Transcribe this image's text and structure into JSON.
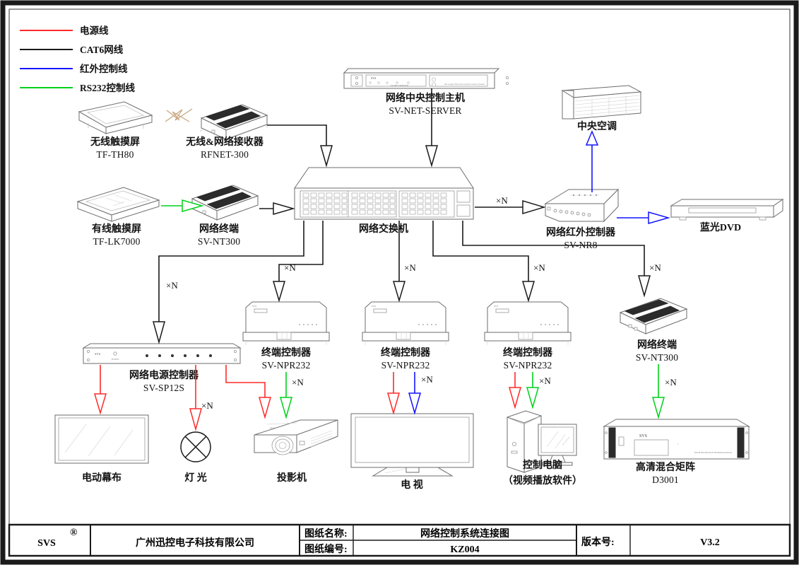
{
  "legend": {
    "items": [
      {
        "label": "电源线",
        "color": "#ff2a2a",
        "name": "power-line"
      },
      {
        "label": "CAT6网线",
        "color": "#1a1a1a",
        "name": "cat6-line"
      },
      {
        "label": "红外控制线",
        "color": "#1414ff",
        "name": "infrared-line"
      },
      {
        "label": "RS232控制线",
        "color": "#00d11a",
        "name": "rs232-line"
      }
    ]
  },
  "multiplier": "×N",
  "devices": {
    "wireless_touch_panel": {
      "cn": "无线触摸屏",
      "model": "TF-TH80"
    },
    "rf_receiver": {
      "cn": "无线&网络接收器",
      "model": "RFNET-300"
    },
    "wired_touch_panel": {
      "cn": "有线触摸屏",
      "model": "TF-LK7000"
    },
    "network_terminal_left": {
      "cn": "网络终端",
      "model": "SV-NT300"
    },
    "central_server": {
      "cn": "网络中央控制主机",
      "model": "SV-NET-SERVER"
    },
    "network_switch": {
      "cn": "网络交换机",
      "model": ""
    },
    "air_conditioner": {
      "cn": "中央空调",
      "model": ""
    },
    "ir_controller": {
      "cn": "网络红外控制器",
      "model": "SV-NR8"
    },
    "bluray_dvd": {
      "cn": "蓝光DVD",
      "model": ""
    },
    "power_controller": {
      "cn": "网络电源控制器",
      "model": "SV-SP12S"
    },
    "terminal_controller_1": {
      "cn": "终端控制器",
      "model": "SV-NPR232"
    },
    "terminal_controller_2": {
      "cn": "终端控制器",
      "model": "SV-NPR232"
    },
    "terminal_controller_3": {
      "cn": "终端控制器",
      "model": "SV-NPR232"
    },
    "network_terminal_right": {
      "cn": "网络终端",
      "model": "SV-NT300"
    },
    "motor_screen": {
      "cn": "电动幕布",
      "model": ""
    },
    "lamp": {
      "cn": "灯 光",
      "model": ""
    },
    "projector": {
      "cn": "投影机",
      "model": ""
    },
    "television": {
      "cn": "电 视",
      "model": ""
    },
    "control_pc": {
      "cn": "控制电脑",
      "cn2": "（视频播放软件）",
      "model": ""
    },
    "hd_matrix": {
      "cn": "高清混合矩阵",
      "model": "D3001"
    }
  },
  "title_block": {
    "brand": "SVS",
    "brand_sup": "®",
    "company": "广州迅控电子科技有限公司",
    "drawing_name_label": "图纸名称:",
    "drawing_name_value": "网络控制系统连接图",
    "drawing_no_label": "图纸编号:",
    "drawing_no_value": "KZ004",
    "version_label": "版本号:",
    "version_value": "V3.2"
  }
}
